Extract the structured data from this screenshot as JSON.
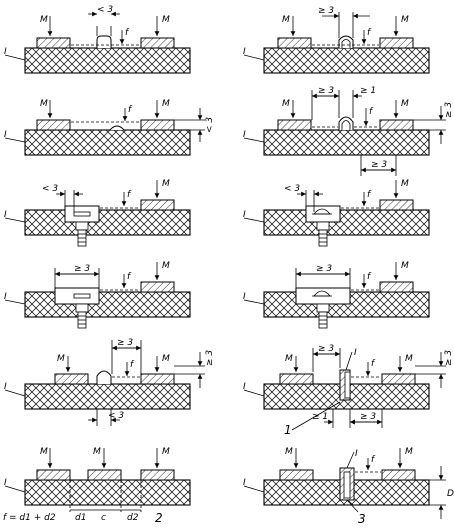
{
  "labels": {
    "mark_M": "M",
    "mark_f": "f",
    "mark_I": "I",
    "lt3": "< 3",
    "ge3": "≥ 3",
    "ge1": "≥ 1",
    "c": "c",
    "d1": "d1",
    "d2": "d2",
    "D": "D",
    "formula": "f = d1 + d2",
    "num1": "1",
    "num2": "2",
    "num3": "3"
  }
}
